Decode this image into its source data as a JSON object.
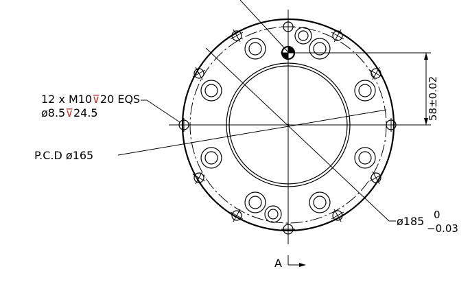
{
  "callouts": {
    "threads_line1_prefix": "12 x M10",
    "threads_depth_symbol": "⊽",
    "threads_line1_suffix": "20 EQS",
    "threads_line2_prefix": "ø8.5",
    "threads_line2_suffix": "24.5",
    "pcd_label": "P.C.D ø165",
    "dimension_vertical": "58±0.02",
    "diameter_main": "ø185",
    "diameter_upper_tol": "0",
    "diameter_lower_tol": "−0.03",
    "section_label": "A"
  },
  "colors": {
    "line": "#000000",
    "depth_symbol": "#c0392b",
    "background": "#ffffff"
  }
}
